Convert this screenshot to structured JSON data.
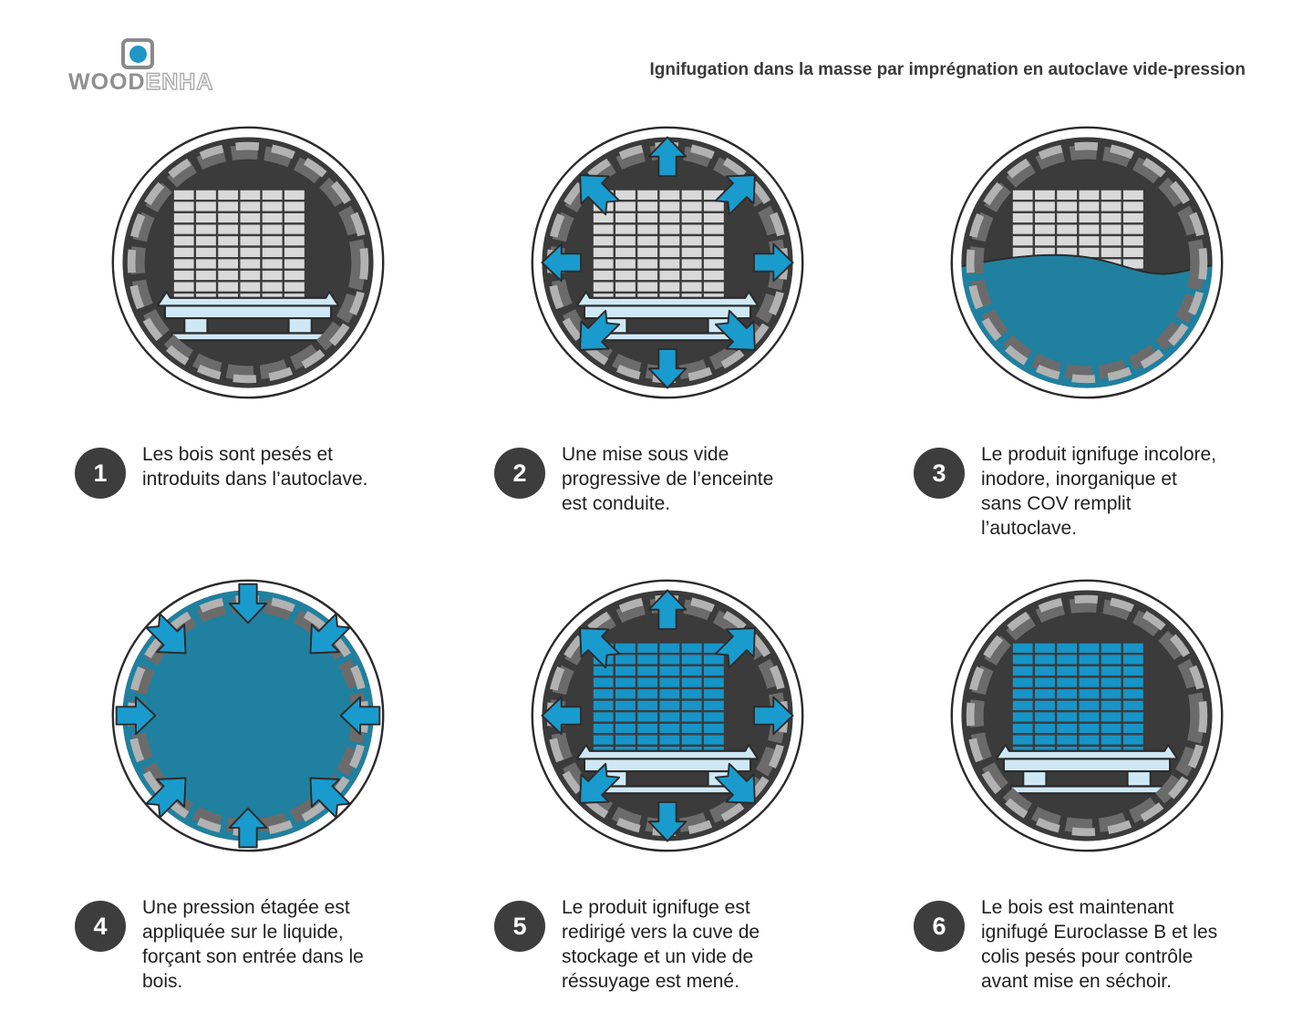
{
  "header": {
    "logo": {
      "brand_bold": "WOOD",
      "brand_light": "ENHA",
      "icon": "logo-square-dot-icon",
      "icon_dot_color": "#2196c8",
      "icon_border_color": "#8a8a8a"
    },
    "title": "Ignifugation dans la masse par imprégnation en autoclave vide-pression"
  },
  "colors": {
    "outline": "#2b2b2b",
    "vessel_interior": "#3b3b3b",
    "ring_dark": "#6b6b6b",
    "ring_light": "#b2b2b2",
    "wood_raw": "#d9d9d9",
    "wood_treated": "#1795c8",
    "arrow": "#1a9bce",
    "liquid": "#20809f",
    "pallet": "#cfe8f5",
    "badge_background": "#3d3d3d",
    "badge_text": "#ffffff",
    "body_text": "#1f1f1f",
    "title_text": "#3a3a3a"
  },
  "steps": [
    {
      "number": "1",
      "text": "Les bois sont pesés et introduits dans l’autoclave.",
      "figure": "autoclave-wood-stack-on-pallet"
    },
    {
      "number": "2",
      "text": "Une mise sous vide progressive de l’enceinte est conduite.",
      "figure": "autoclave-vacuum-arrows-outward"
    },
    {
      "number": "3",
      "text": "Le produit ignifuge incolore, inodore, inorganique et sans COV remplit l’autoclave.",
      "figure": "autoclave-liquid-filling-half"
    },
    {
      "number": "4",
      "text": "Une pression étagée est appliquée sur le liquide, forçant son entrée dans le bois.",
      "figure": "autoclave-pressure-arrows-inward"
    },
    {
      "number": "5",
      "text": "Le produit ignifuge est redirigé vers la cuve de stockage et un vide de réssuyage est mené.",
      "figure": "autoclave-treated-stack-arrows-outward"
    },
    {
      "number": "6",
      "text": "Le bois est maintenant ignifugé Euroclasse B et les colis pesés pour contrôle avant mise en séchoir.",
      "figure": "autoclave-treated-stack-on-pallet"
    }
  ]
}
